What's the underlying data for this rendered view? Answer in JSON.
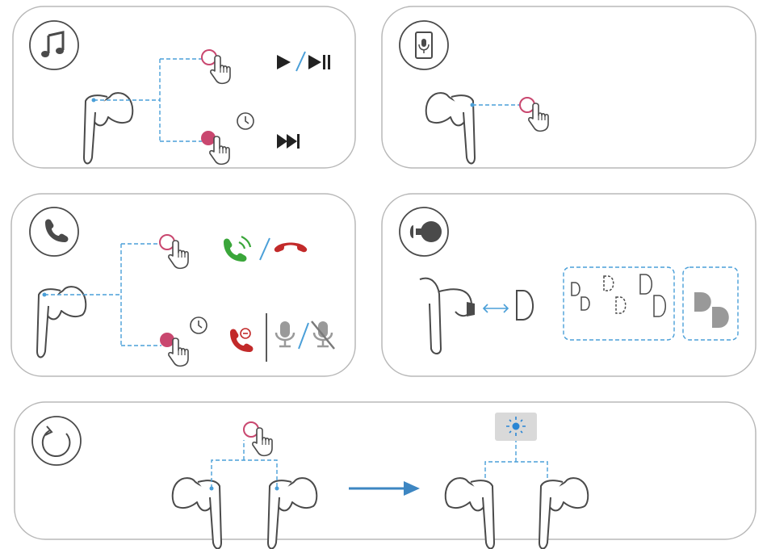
{
  "panels": [
    {
      "id": "music",
      "icon": "music-note-icon",
      "gestures": [
        "single-tap",
        "press-and-hold"
      ],
      "actions": [
        "play-icon",
        "play-pause-icon",
        "next-track-icon"
      ]
    },
    {
      "id": "voice-assistant",
      "icon": "phone-microphone-icon",
      "gestures": [
        "single-tap"
      ]
    },
    {
      "id": "calls",
      "icon": "phone-icon",
      "gestures": [
        "single-tap",
        "press-and-hold"
      ],
      "actions": [
        "answer-call-icon",
        "end-call-icon",
        "reject-call-icon",
        "mic-on-icon",
        "mic-off-icon"
      ]
    },
    {
      "id": "ear-tips",
      "icon": "ear-tip-icon",
      "items": [
        "earbud-tip-swap",
        "ear-tip-sizes",
        "ear-tip-gray"
      ]
    },
    {
      "id": "reset",
      "icon": "reset-arrow-icon",
      "gestures": [
        "single-tap"
      ],
      "result": "led-light-icon"
    }
  ],
  "colors": {
    "line": "#4a4a4a",
    "dashed": "#4a9fd8",
    "tap_pink": "#c9476f",
    "call_green": "#3aa63a",
    "call_red": "#c22a2a",
    "arrow_blue": "#3d86c2",
    "panel_border": "#b8b8b8",
    "led_fill": "#d9d9d9",
    "led_blue": "#2a86d4"
  }
}
